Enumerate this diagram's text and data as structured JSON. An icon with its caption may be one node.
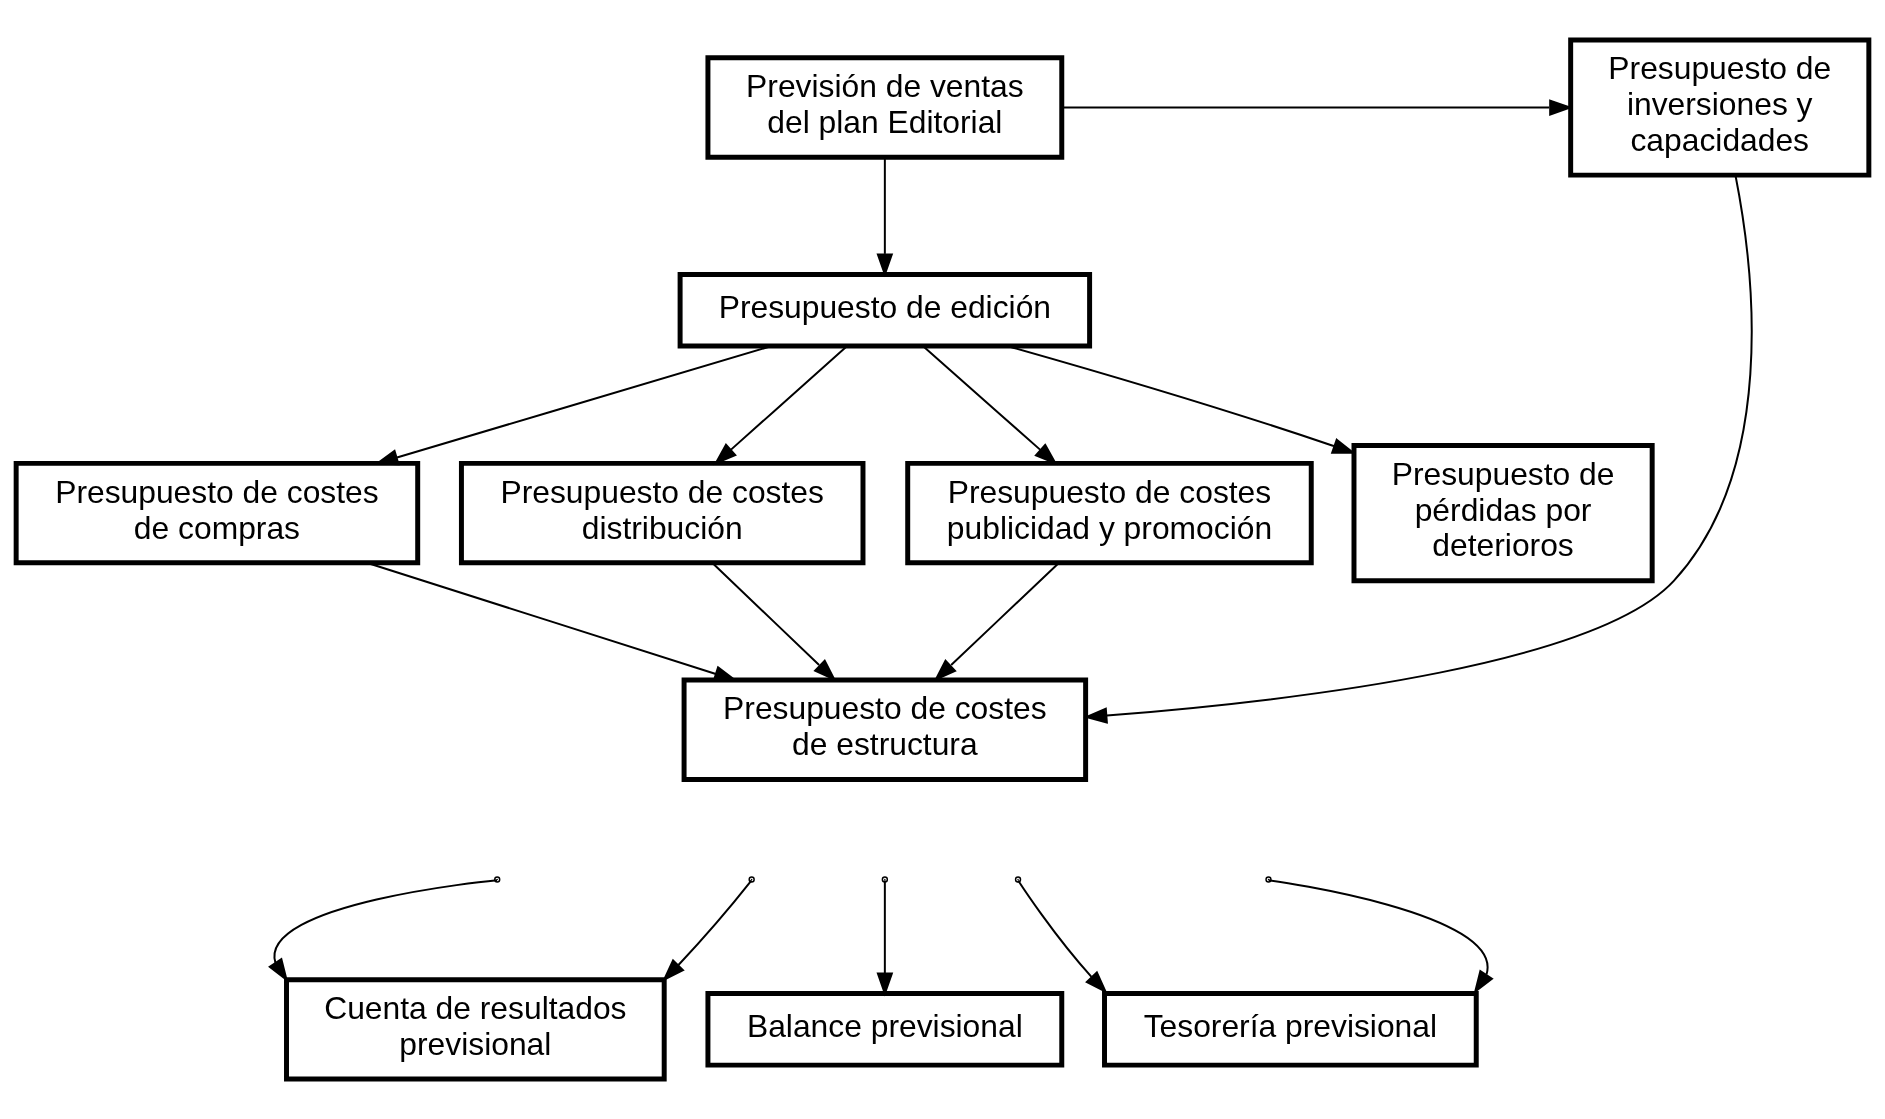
{
  "diagram": {
    "nodes": [
      {
        "text": [
          "Previsión de ventas del plan Editorial"
        ]
      },
      {
        "text": [
          "Presupuesto de inversiones y capacidades"
        ]
      },
      {
        "text": [
          "Presupuesto de edición"
        ]
      },
      {
        "text": [
          "Presupuesto de costes de compras"
        ]
      },
      {
        "text": [
          "Presupuesto de costes distribución"
        ]
      },
      {
        "text": [
          "Presupuesto de costes publicidad y promoción"
        ]
      },
      {
        "text": [
          "Presupuesto de pérdidas por deterioros"
        ]
      },
      {
        "text": [
          "Presupuesto de costes de estructura"
        ]
      },
      {
        "text": [
          "Cuenta de resultados previsional"
        ]
      },
      {
        "text": [
          "Balance previsional"
        ]
      },
      {
        "text": [
          "Tesorería previsional"
        ]
      }
    ],
    "edges": [
      {
        "from": 0,
        "to": 1,
        "arrow": "to"
      },
      {
        "from": 0,
        "to": 2,
        "arrow": "to"
      },
      {
        "from": 2,
        "to": 3,
        "arrow": "to"
      },
      {
        "from": 2,
        "to": 4,
        "arrow": "to"
      },
      {
        "from": 2,
        "to": 5,
        "arrow": "to"
      },
      {
        "from": 2,
        "to": 6,
        "arrow": "to"
      },
      {
        "from": 3,
        "to": 7,
        "arrow": "to"
      },
      {
        "from": 4,
        "to": 7,
        "arrow": "to"
      },
      {
        "from": 5,
        "to": 7,
        "arrow": "to"
      },
      {
        "from": 1,
        "to": 7,
        "arrow": "to"
      },
      {
        "from": null,
        "to": 8,
        "arrow": "to"
      },
      {
        "from": null,
        "to": 8,
        "arrow": "to"
      },
      {
        "from": null,
        "to": 9,
        "arrow": "to"
      },
      {
        "from": null,
        "to": 10,
        "arrow": "to"
      },
      {
        "from": null,
        "to": 10,
        "arrow": "to"
      }
    ]
  }
}
